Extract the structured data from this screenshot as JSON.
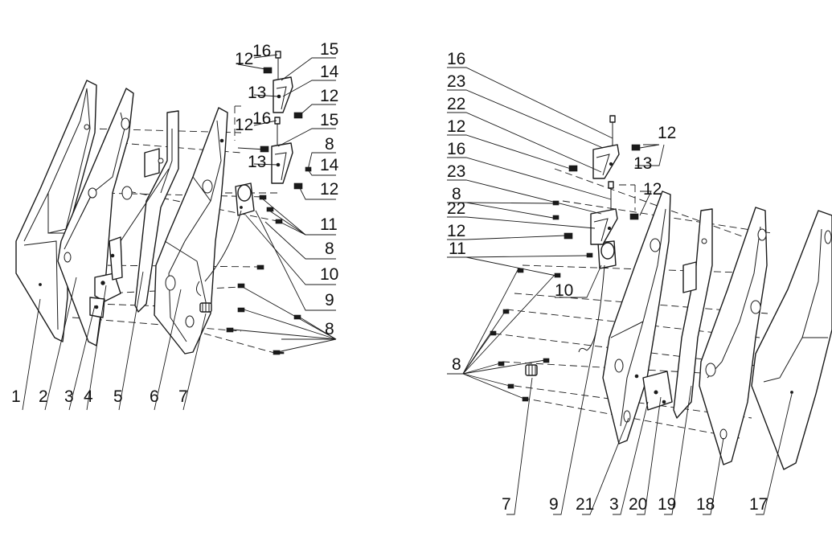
{
  "diagram": {
    "left_view": {
      "callouts": {
        "c1": "1",
        "c2": "2",
        "c3": "3",
        "c4": "4",
        "c5": "5",
        "c6": "6",
        "c7": "7",
        "c8_bottom": "8",
        "c8_mid": "8",
        "c8_upper": "8",
        "c9": "9",
        "c10": "10",
        "c11": "11",
        "c12_a": "12",
        "c12_b": "12",
        "c12_c": "12",
        "c12_d": "12",
        "c13_a": "13",
        "c13_b": "13",
        "c14_a": "14",
        "c14_b": "14",
        "c15_a": "15",
        "c15_b": "15",
        "c16_a": "16",
        "c16_b": "16"
      }
    },
    "right_view": {
      "callouts": {
        "c16_a": "16",
        "c23_a": "23",
        "c22_a": "22",
        "c12_a": "12",
        "c16_b": "16",
        "c23_b": "23",
        "c8_a": "8",
        "c22_b": "22",
        "c12_b": "12",
        "c11": "11",
        "c10": "10",
        "c8_left": "8",
        "c12_top": "12",
        "c13": "13",
        "c12_mid": "12",
        "c7": "7",
        "c9": "9",
        "c21": "21",
        "c3": "3",
        "c20": "20",
        "c19": "19",
        "c18": "18",
        "c17": "17"
      }
    }
  }
}
